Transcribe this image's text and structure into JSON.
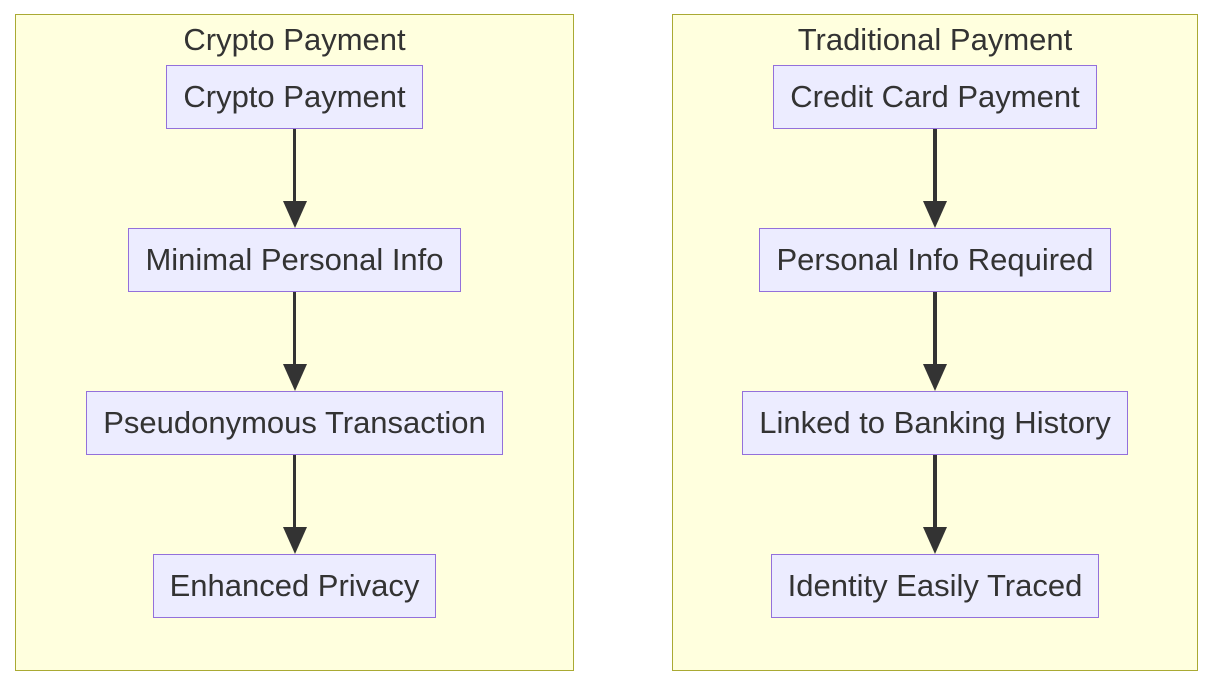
{
  "colors": {
    "page_background": "#ffffff",
    "cluster_fill": "#ffffde",
    "cluster_border": "#aaaa33",
    "node_fill": "#ececff",
    "node_border": "#9370db",
    "text": "#333333",
    "arrow": "#333333"
  },
  "clusters": [
    {
      "title": "Crypto Payment",
      "nodes": [
        "Crypto Payment",
        "Minimal Personal Info",
        "Pseudonymous Transaction",
        "Enhanced Privacy"
      ]
    },
    {
      "title": "Traditional Payment",
      "nodes": [
        "Credit Card Payment",
        "Personal Info Required",
        "Linked to Banking History",
        "Identity Easily Traced"
      ]
    }
  ]
}
